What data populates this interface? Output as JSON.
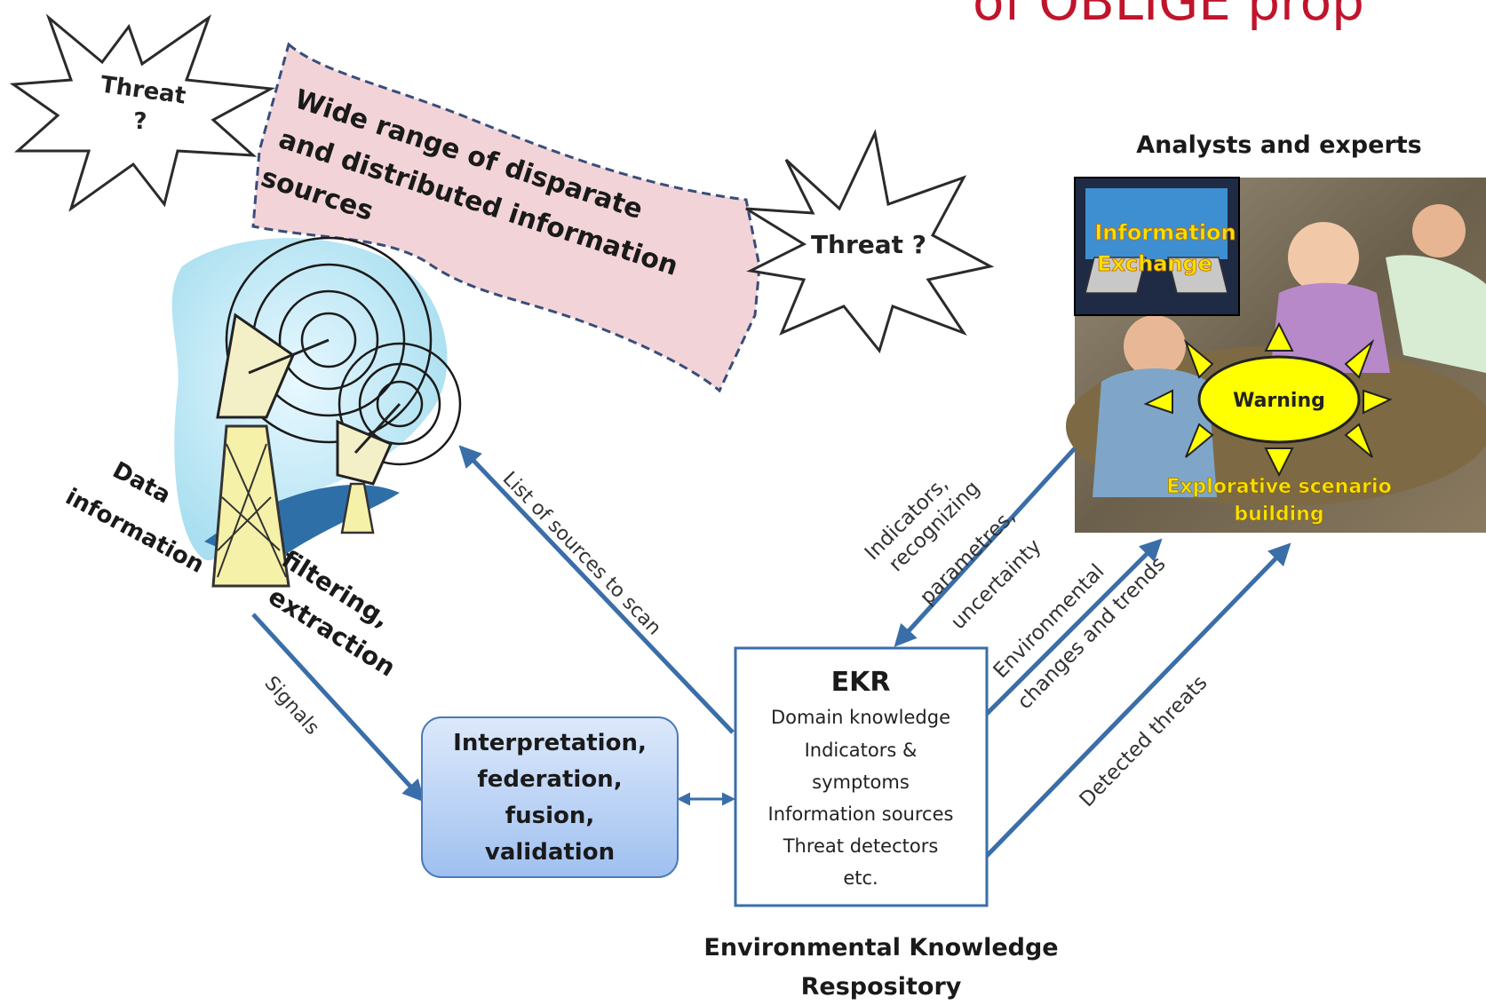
{
  "header_fragment": "of OBLIGE prop",
  "threat_left": {
    "line1": "Threat",
    "line2": "?"
  },
  "threat_right": "Threat ?",
  "sources_banner": {
    "line1": "Wide  range of disparate",
    "line2": "and distributed  information",
    "line3": "sources"
  },
  "antenna_labels": {
    "data_line1": "Data",
    "data_line2": "information",
    "filter_line1": "filtering,",
    "filter_line2": "extraction"
  },
  "interpretation_box": {
    "line1": "Interpretation,",
    "line2": "federation,",
    "line3": "fusion,",
    "line4": "validation"
  },
  "ekr": {
    "title": "EKR",
    "items": [
      "Domain knowledge",
      "Indicators  &",
      "symptoms",
      "Information sources",
      "Threat detectors",
      "etc."
    ],
    "caption_line1": "Environmental Knowledge",
    "caption_line2": "Respository"
  },
  "analysts": {
    "title": "Analysts and experts",
    "info_exchange_line1": "Information",
    "info_exchange_line2": "Exchange",
    "warning": "Warning",
    "scenario_line1": "Explorative scenario",
    "scenario_line2": "building"
  },
  "arrow_labels": {
    "signals": "Signals",
    "list_sources": "List of sources to scan",
    "indicators_line1": "Indicators,",
    "indicators_line2": "recognizing",
    "indicators_line3": "parametres,",
    "indicators_line4": "uncertainty",
    "env_line1": "Environmental",
    "env_line2": "changes and trends",
    "detected": "Detected threats"
  },
  "colors": {
    "arrow": "#3a6ea8",
    "banner_fill": "#f2d4d8",
    "banner_border": "#3a4d7a",
    "box_gradient_top": "#dde9fb",
    "box_gradient_bottom": "#9fc0f0",
    "header_red": "#c0142c",
    "warning_fill": "#ffff00"
  }
}
